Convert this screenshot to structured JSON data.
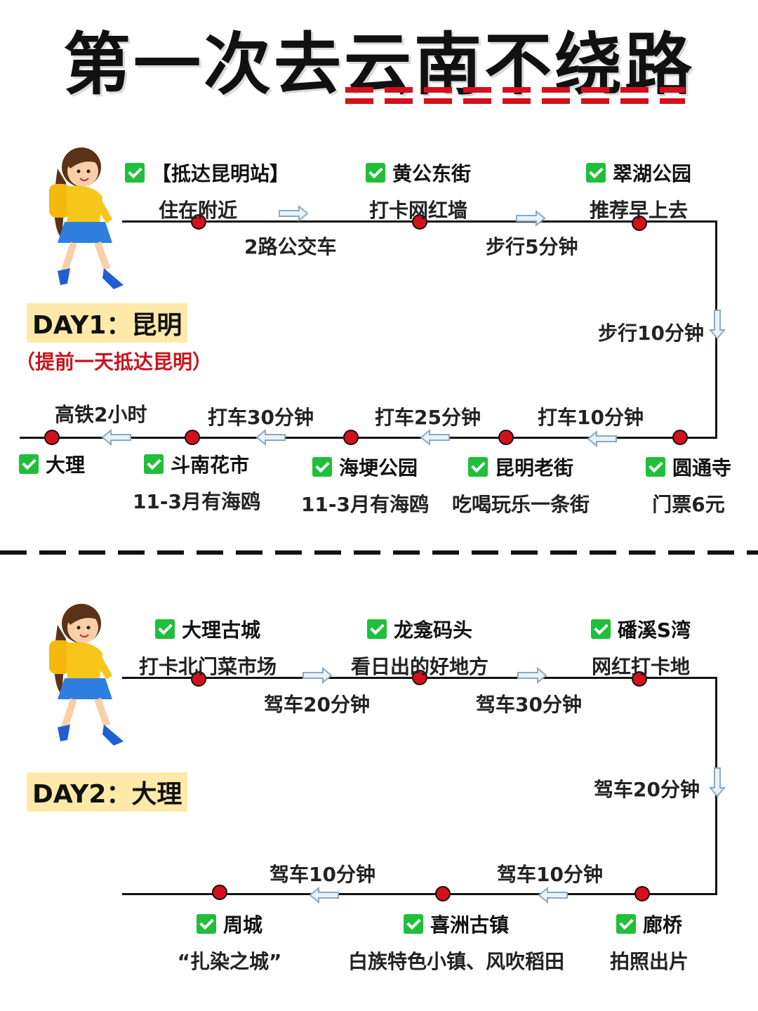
{
  "title": "第一次去云南不绕路",
  "colors": {
    "accent": "#d6101b",
    "check": "#1fbf3a",
    "badge": "#ffe9a8"
  },
  "day1": {
    "badge": "DAY1：昆明",
    "subtitle": "（提前一天抵达昆明）",
    "stops": [
      {
        "name": "【抵达昆明站】",
        "note": "住在附近"
      },
      {
        "name": "黄公东街",
        "note": "打卡网红墙"
      },
      {
        "name": "翠湖公园",
        "note": "推荐早上去"
      },
      {
        "name": "圆通寺",
        "note": "门票6元"
      },
      {
        "name": "昆明老街",
        "note": "吃喝玩乐一条街"
      },
      {
        "name": "海埂公园",
        "note": "11-3月有海鸥"
      },
      {
        "name": "斗南花市",
        "note": "11-3月有海鸥"
      },
      {
        "name": "大理",
        "note": ""
      }
    ],
    "transports": [
      "2路公交车",
      "步行5分钟",
      "步行10分钟",
      "打车10分钟",
      "打车25分钟",
      "打车30分钟",
      "高铁2小时"
    ]
  },
  "day2": {
    "badge": "DAY2：大理",
    "stops": [
      {
        "name": "大理古城",
        "note": "打卡北门菜市场"
      },
      {
        "name": "龙龛码头",
        "note": "看日出的好地方"
      },
      {
        "name": "磻溪S湾",
        "note": "网红打卡地"
      },
      {
        "name": "廊桥",
        "note": "拍照出片"
      },
      {
        "name": "喜洲古镇",
        "note": "白族特色小镇、风吹稻田"
      },
      {
        "name": "周城",
        "note": "“扎染之城”"
      }
    ],
    "transports": [
      "驾车20分钟",
      "驾车30分钟",
      "驾车20分钟",
      "驾车10分钟",
      "驾车10分钟"
    ]
  }
}
